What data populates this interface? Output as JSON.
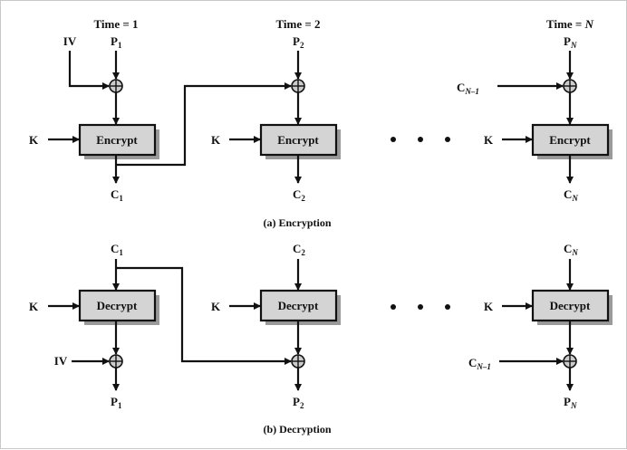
{
  "encryption": {
    "caption": "(a) Encryption",
    "stages": [
      {
        "time": "Time = 1",
        "input_main": "P",
        "input_sub": "1",
        "key": "K",
        "box": "Encrypt",
        "output_main": "C",
        "output_sub": "1",
        "chain_main": "IV",
        "chain_sub": ""
      },
      {
        "time": "Time = 2",
        "input_main": "P",
        "input_sub": "2",
        "key": "K",
        "box": "Encrypt",
        "output_main": "C",
        "output_sub": "2"
      },
      {
        "time_prefix": "Time = ",
        "time_var": "N",
        "input_main": "P",
        "input_sub": "N",
        "key": "K",
        "box": "Encrypt",
        "output_main": "C",
        "output_sub": "N",
        "chain_main": "C",
        "chain_sub": "N–1"
      }
    ]
  },
  "decryption": {
    "caption": "(b) Decryption",
    "stages": [
      {
        "input_main": "C",
        "input_sub": "1",
        "key": "K",
        "box": "Decrypt",
        "output_main": "P",
        "output_sub": "1",
        "chain_main": "IV"
      },
      {
        "input_main": "C",
        "input_sub": "2",
        "key": "K",
        "box": "Decrypt",
        "output_main": "P",
        "output_sub": "2"
      },
      {
        "input_main": "C",
        "input_sub": "N",
        "key": "K",
        "box": "Decrypt",
        "output_main": "P",
        "output_sub": "N",
        "chain_main": "C",
        "chain_sub": "N–1"
      }
    ]
  },
  "colors": {
    "box_fill": "#d4d4d4",
    "box_shadow": "#9a9a9a",
    "line": "#111111"
  }
}
